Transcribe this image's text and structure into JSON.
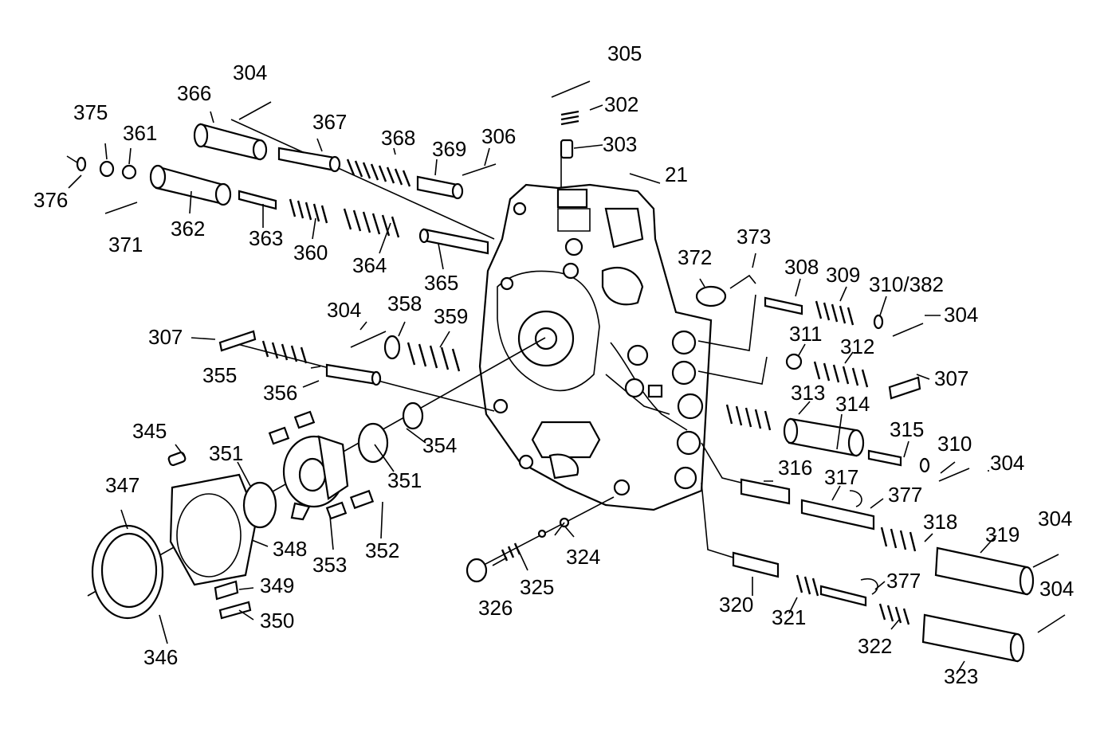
{
  "diagram": {
    "labels": {
      "p21": "21",
      "p302": "302",
      "p303": "303",
      "p304a": "304",
      "p304b": "304",
      "p304c": "304",
      "p304d": "304",
      "p304e": "304",
      "p304f": "304",
      "p305": "305",
      "p306": "306",
      "p307a": "307",
      "p307b": "307",
      "p308": "308",
      "p309": "309",
      "p310_382": "310/382",
      "p310": "310",
      "p311": "311",
      "p312": "312",
      "p313": "313",
      "p314": "314",
      "p315": "315",
      "p316": "316",
      "p317": "317",
      "p318": "318",
      "p319": "319",
      "p320": "320",
      "p321": "321",
      "p322": "322",
      "p323": "323",
      "p324": "324",
      "p325": "325",
      "p326": "326",
      "p345": "345",
      "p346": "346",
      "p347": "347",
      "p348": "348",
      "p349": "349",
      "p350": "350",
      "p351a": "351",
      "p351b": "351",
      "p352": "352",
      "p353": "353",
      "p354": "354",
      "p355": "355",
      "p356": "356",
      "p358": "358",
      "p359": "359",
      "p360": "360",
      "p361": "361",
      "p362": "362",
      "p363": "363",
      "p364": "364",
      "p365": "365",
      "p366": "366",
      "p367": "367",
      "p368": "368",
      "p369": "369",
      "p371": "371",
      "p372": "372",
      "p373": "373",
      "p375": "375",
      "p376": "376",
      "p377a": "377",
      "p377b": "377"
    }
  }
}
